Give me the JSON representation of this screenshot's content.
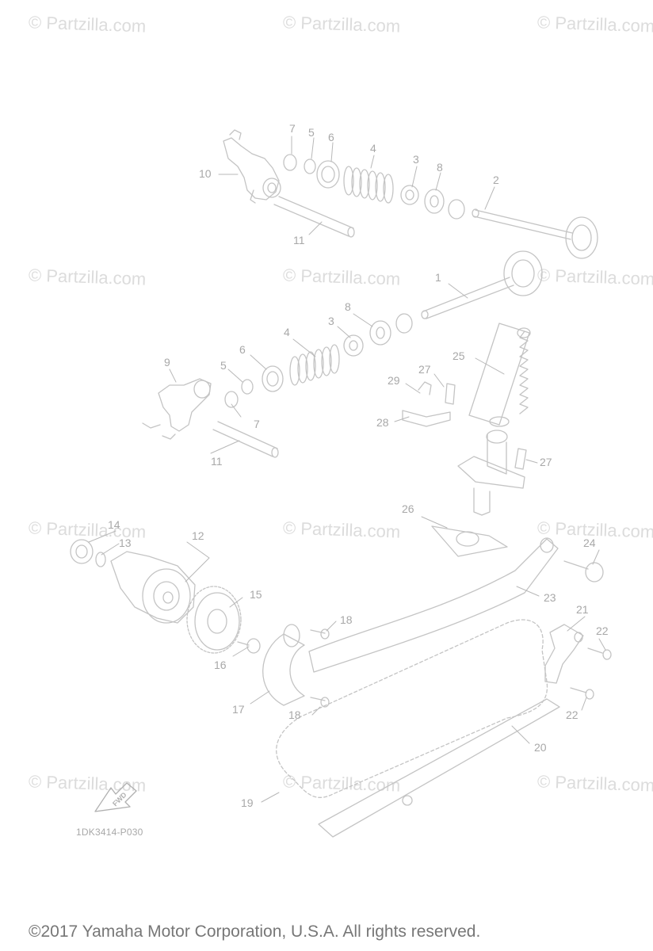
{
  "watermark": {
    "text": "© Partzilla.com"
  },
  "callouts": [
    "1",
    "2",
    "3",
    "3",
    "4",
    "4",
    "5",
    "5",
    "6",
    "6",
    "7",
    "7",
    "8",
    "8",
    "9",
    "10",
    "11",
    "11",
    "12",
    "13",
    "14",
    "15",
    "16",
    "17",
    "18",
    "18",
    "19",
    "20",
    "21",
    "22",
    "22",
    "23",
    "24",
    "25",
    "26",
    "27",
    "27",
    "28",
    "29"
  ],
  "part_code": "1DK3414-P030",
  "fwd_label": "FWD",
  "copyright": "©2017 Yamaha Motor Corporation, U.S.A. All rights reserved.",
  "colors": {
    "line": "#c4c4c4",
    "label": "#a8a8a8",
    "watermark": "#dcdcdc",
    "footer": "#777777"
  }
}
